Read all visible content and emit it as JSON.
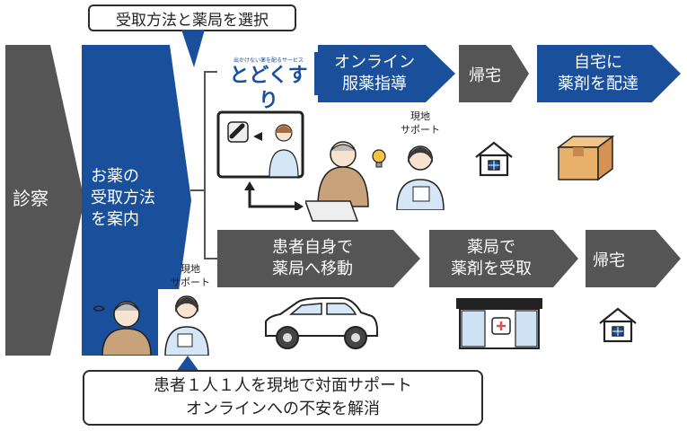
{
  "colors": {
    "navy": "#1a4f9c",
    "gray": "#555555",
    "dark": "#4f4f4f",
    "line": "#555555"
  },
  "top_callout": "受取方法と薬局を選択",
  "shinsatsu": "診察",
  "guide": {
    "line1": "お薬の",
    "line2": "受取方法",
    "line3": "を案内"
  },
  "local_support_label": {
    "line1": "現地",
    "line2": "サポート"
  },
  "logo": {
    "tagline": "出かけない薬を配るサービス",
    "brand": "とどくすり"
  },
  "online_row": {
    "step1": {
      "line1": "オンライン",
      "line2": "服薬指導"
    },
    "step2": "帰宅",
    "step3": {
      "line1": "自宅に",
      "line2": "薬剤を配達"
    }
  },
  "pharmacy_row": {
    "step1": {
      "line1": "患者自身で",
      "line2": "薬局へ移動"
    },
    "step2": {
      "line1": "薬局で",
      "line2": "薬剤を受取"
    },
    "step3": "帰宅"
  },
  "bottom_callout": {
    "line1": "患者１人１人を現地で対面サポート",
    "line2": "オンラインへの不安を解消"
  }
}
